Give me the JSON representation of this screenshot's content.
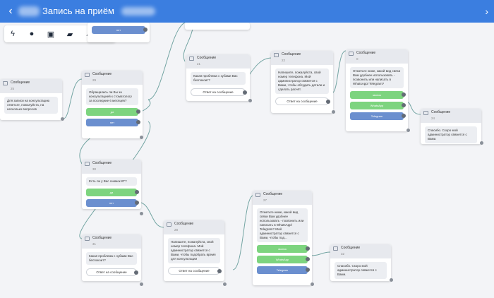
{
  "header": {
    "back_label": "‹",
    "title": "Запись на приём",
    "close_label": "›"
  },
  "toolbar": {
    "tools": [
      {
        "name": "lightning-icon",
        "glyph": "ϟ"
      },
      {
        "name": "user-icon",
        "glyph": "●"
      },
      {
        "name": "copy-icon",
        "glyph": "▣"
      },
      {
        "name": "chat-icon",
        "glyph": "▰"
      },
      {
        "name": "rocket-icon",
        "glyph": "➶"
      }
    ]
  },
  "nodes": {
    "n25": {
      "title": "Сообщение",
      "number": "25",
      "text": "Для записи на консультацию ответьте, пожалуйста, на несколько вопросов"
    },
    "n29": {
      "title": "Сообщение",
      "number": "29",
      "text": "Обращались ли Вы за консультацией к стоматологу за последние 6 месяцев?",
      "btn_yes": "да",
      "btn_no": "нет"
    },
    "n30": {
      "title": "Сообщение",
      "number": "30",
      "text": "Есть ли у Вас снимок КТ?",
      "btn_yes": "да",
      "btn_no": "нет"
    },
    "n31": {
      "title": "Сообщение",
      "number": "31",
      "text": "Какая проблема с зубами Вас беспокоит?",
      "reply": "Ответ на сообщение"
    },
    "n21": {
      "title": "Сообщение",
      "number": "21",
      "text": "Какая проблема с зубами Вас беспокоит?",
      "reply": "Ответ на сообщение"
    },
    "n22": {
      "title": "Сообщение",
      "number": "22",
      "text": "Напишите, пожалуйста, свой номер телефона. Мой администратор свяжется с Вами, чтобы обсудить детали и сделать расчёт.",
      "reply": "Ответ на сообщение"
    },
    "n28": {
      "title": "Сообщение",
      "number": "28",
      "text": "Напишите, пожалуйста, свой номер телефона. Мой администратор свяжется с Вами, чтобы подобрать время для консультации",
      "reply": "Ответ на сообщение"
    },
    "n0": {
      "title": "Сообщение",
      "number": "0",
      "text": "Отметьте ниже, какой вид связи Вам удобнее использовать - позвонить или написать в WhatsApp/ Telegram?",
      "btn_call": "звонок",
      "btn_whatsapp": "WhatsApp",
      "btn_telegram": "Telegram"
    },
    "n27": {
      "title": "Сообщение",
      "number": "27",
      "text": "Отметьте ниже, какой вид связи Вам удобнее использовать - позвонить или написать в WhatsApp/ Telegram? Мой администратор свяжется с Вами, чтобы под...",
      "btn_call": "звонок",
      "btn_whatsapp": "WhatsApp",
      "btn_telegram": "Telegram"
    },
    "n24": {
      "title": "Сообщение",
      "number": "24",
      "text": "Спасибо. Скоро мой администратор свяжется с Вами."
    },
    "n32": {
      "title": "Сообщение",
      "number": "32",
      "text": "Спасибо. Скоро мой администратор свяжется с Вами."
    },
    "ntop": {
      "btn_no": "нет"
    }
  }
}
